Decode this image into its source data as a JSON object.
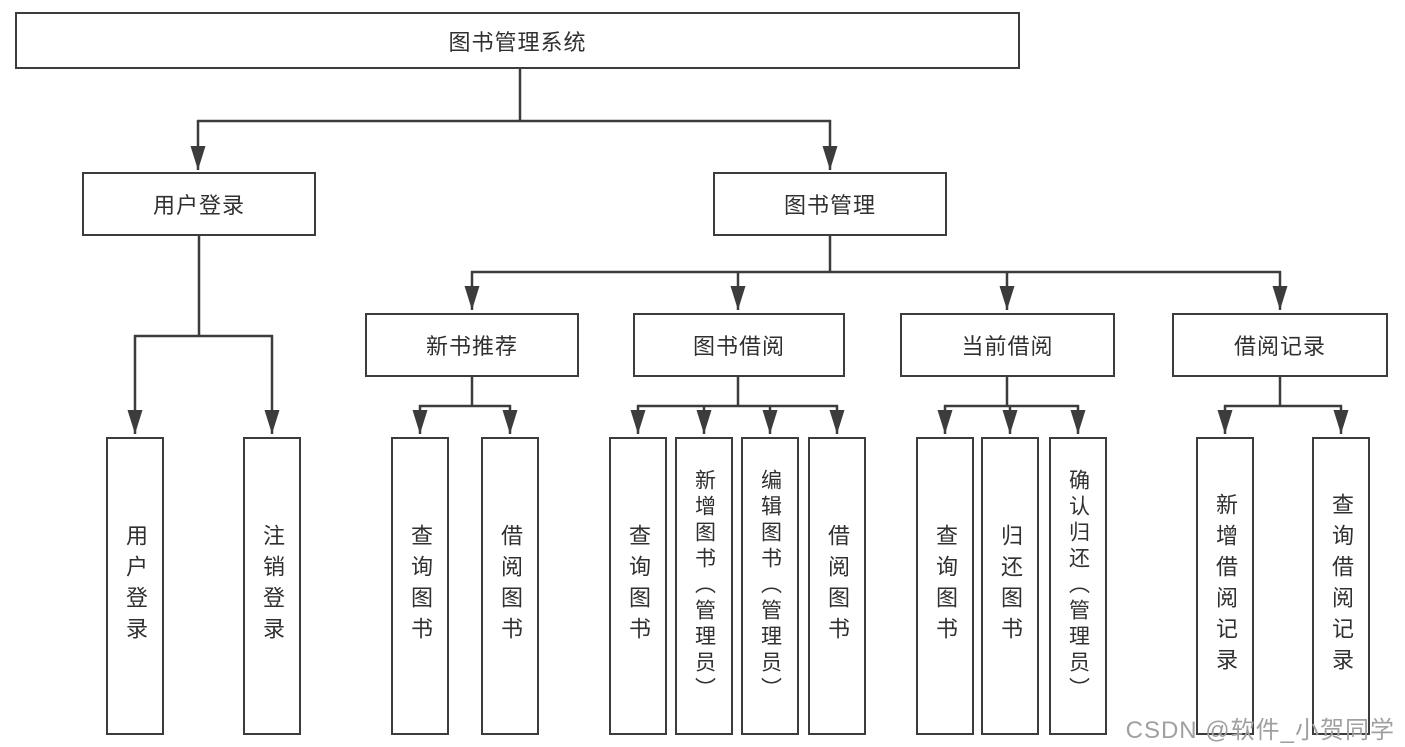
{
  "tree": {
    "root": {
      "label": "图书管理系统"
    },
    "branches": [
      {
        "label": "用户登录",
        "children": [
          {
            "label": "用户登录"
          },
          {
            "label": "注销登录"
          }
        ]
      },
      {
        "label": "图书管理",
        "groups": [
          {
            "label": "新书推荐",
            "children": [
              {
                "label": "查询图书"
              },
              {
                "label": "借阅图书"
              }
            ]
          },
          {
            "label": "图书借阅",
            "children": [
              {
                "label": "查询图书"
              },
              {
                "label": "新增图书（管理员）"
              },
              {
                "label": "编辑图书（管理员）"
              },
              {
                "label": "借阅图书"
              }
            ]
          },
          {
            "label": "当前借阅",
            "children": [
              {
                "label": "查询图书"
              },
              {
                "label": "归还图书"
              },
              {
                "label": "确认归还（管理员）"
              }
            ]
          },
          {
            "label": "借阅记录",
            "children": [
              {
                "label": "新增借阅记录"
              },
              {
                "label": "查询借阅记录"
              }
            ]
          }
        ]
      }
    ]
  },
  "watermark": {
    "text": "CSDN @软件_小贺同学"
  },
  "colors": {
    "line": "#3c3c3c",
    "box_border": "#3c3c3c",
    "text": "#303030",
    "watermark": "#a0a0a0",
    "background": "#ffffff"
  }
}
